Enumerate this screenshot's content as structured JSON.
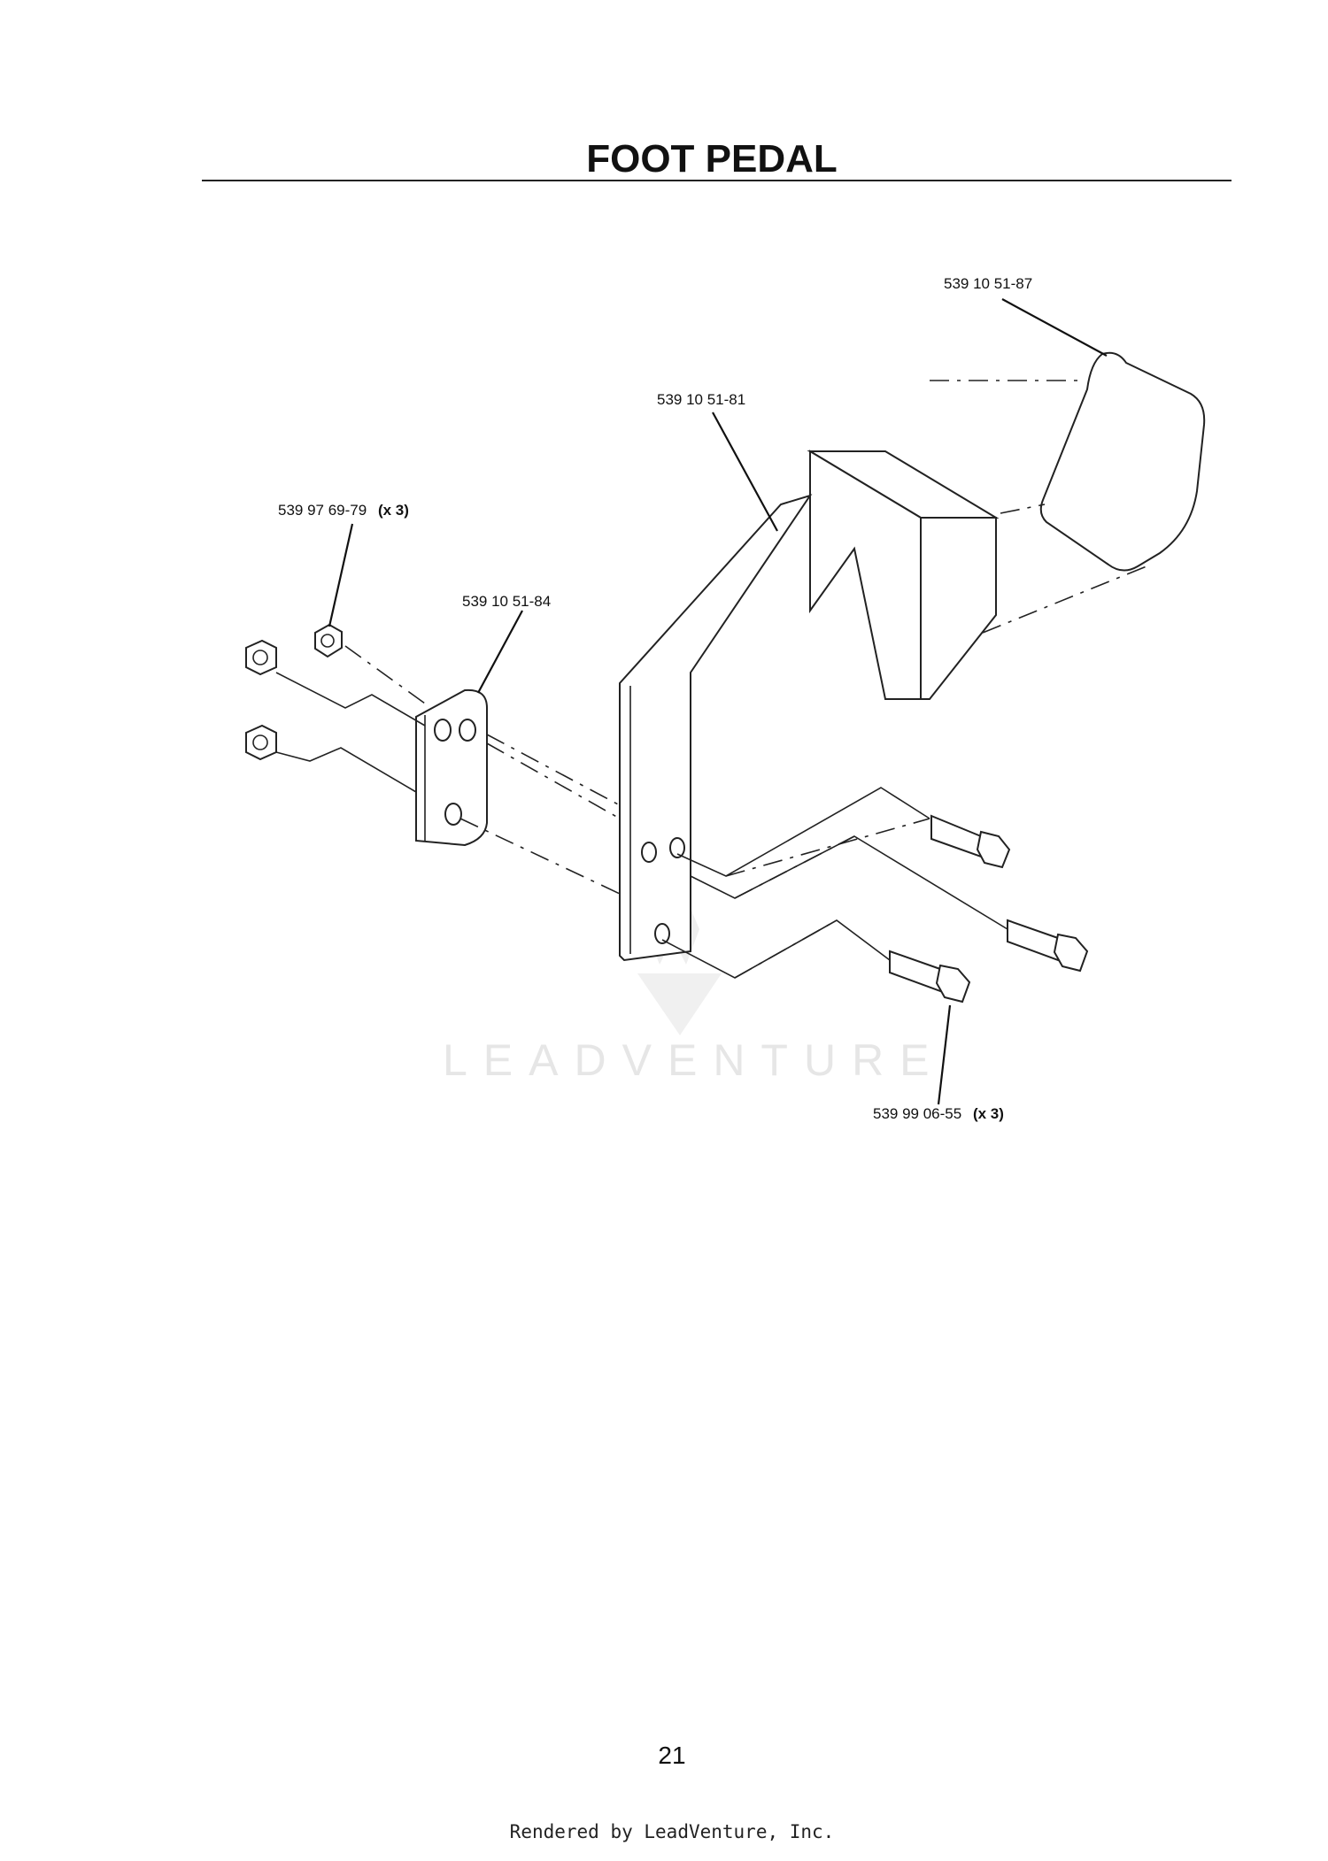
{
  "page": {
    "title": "FOOT PEDAL",
    "page_number": "21",
    "footer": "Rendered by LeadVenture, Inc.",
    "watermark": "LEADVENTURE"
  },
  "callouts": [
    {
      "part_number": "539 10 51-87",
      "qty": ""
    },
    {
      "part_number": "539 10 51-81",
      "qty": ""
    },
    {
      "part_number": "539 97 69-79",
      "qty": "(x 3)"
    },
    {
      "part_number": "539 10 51-84",
      "qty": ""
    },
    {
      "part_number": "539 99 06-55",
      "qty": "(x 3)"
    }
  ],
  "colors": {
    "line": "#222222",
    "watermark": "#e6e6e6"
  }
}
